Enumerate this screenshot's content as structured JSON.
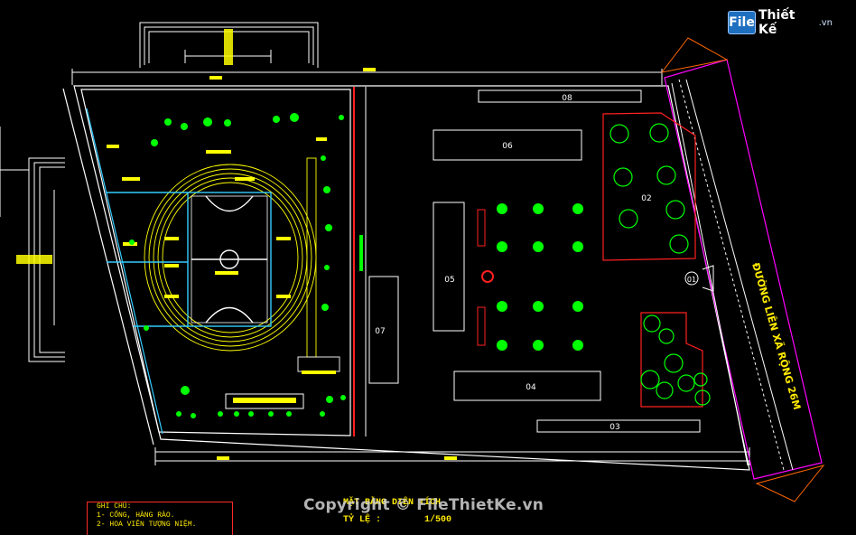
{
  "watermark": {
    "logo": "File",
    "brand": "Thiết Kế",
    "domain": ".vn"
  },
  "copyright": "Copyright © FileThietKe.vn",
  "title_block": {
    "title": "MẶT BẰNG DIỆN TÍCH",
    "scale_label": "TỶ LỆ :",
    "scale_value": "1/500"
  },
  "notes": {
    "heading": "GHI CHÚ:",
    "items": [
      "1- CỔNG, HÀNG RÀO.",
      "2- HOA VIÊN TƯỢNG NIỆM."
    ]
  },
  "road_label": "ĐƯỜNG LIÊN XÃ RỘNG 26M",
  "zones": [
    {
      "id": "z01",
      "label": "01"
    },
    {
      "id": "z02",
      "label": "02"
    },
    {
      "id": "z03",
      "label": "03"
    },
    {
      "id": "z04",
      "label": "04"
    },
    {
      "id": "z05",
      "label": "05"
    },
    {
      "id": "z06",
      "label": "06"
    },
    {
      "id": "z07",
      "label": "07"
    },
    {
      "id": "z08",
      "label": "08"
    }
  ],
  "colors": {
    "background": "#000000",
    "boundary": "#ffffff",
    "building": "#ffffff",
    "road": "#ff00ff",
    "accent_red": "#ff2020",
    "tree": "#00ff00",
    "track_yellow": "#ffff00",
    "court_cyan": "#33ccff",
    "text_yellow": "#ffea00"
  }
}
